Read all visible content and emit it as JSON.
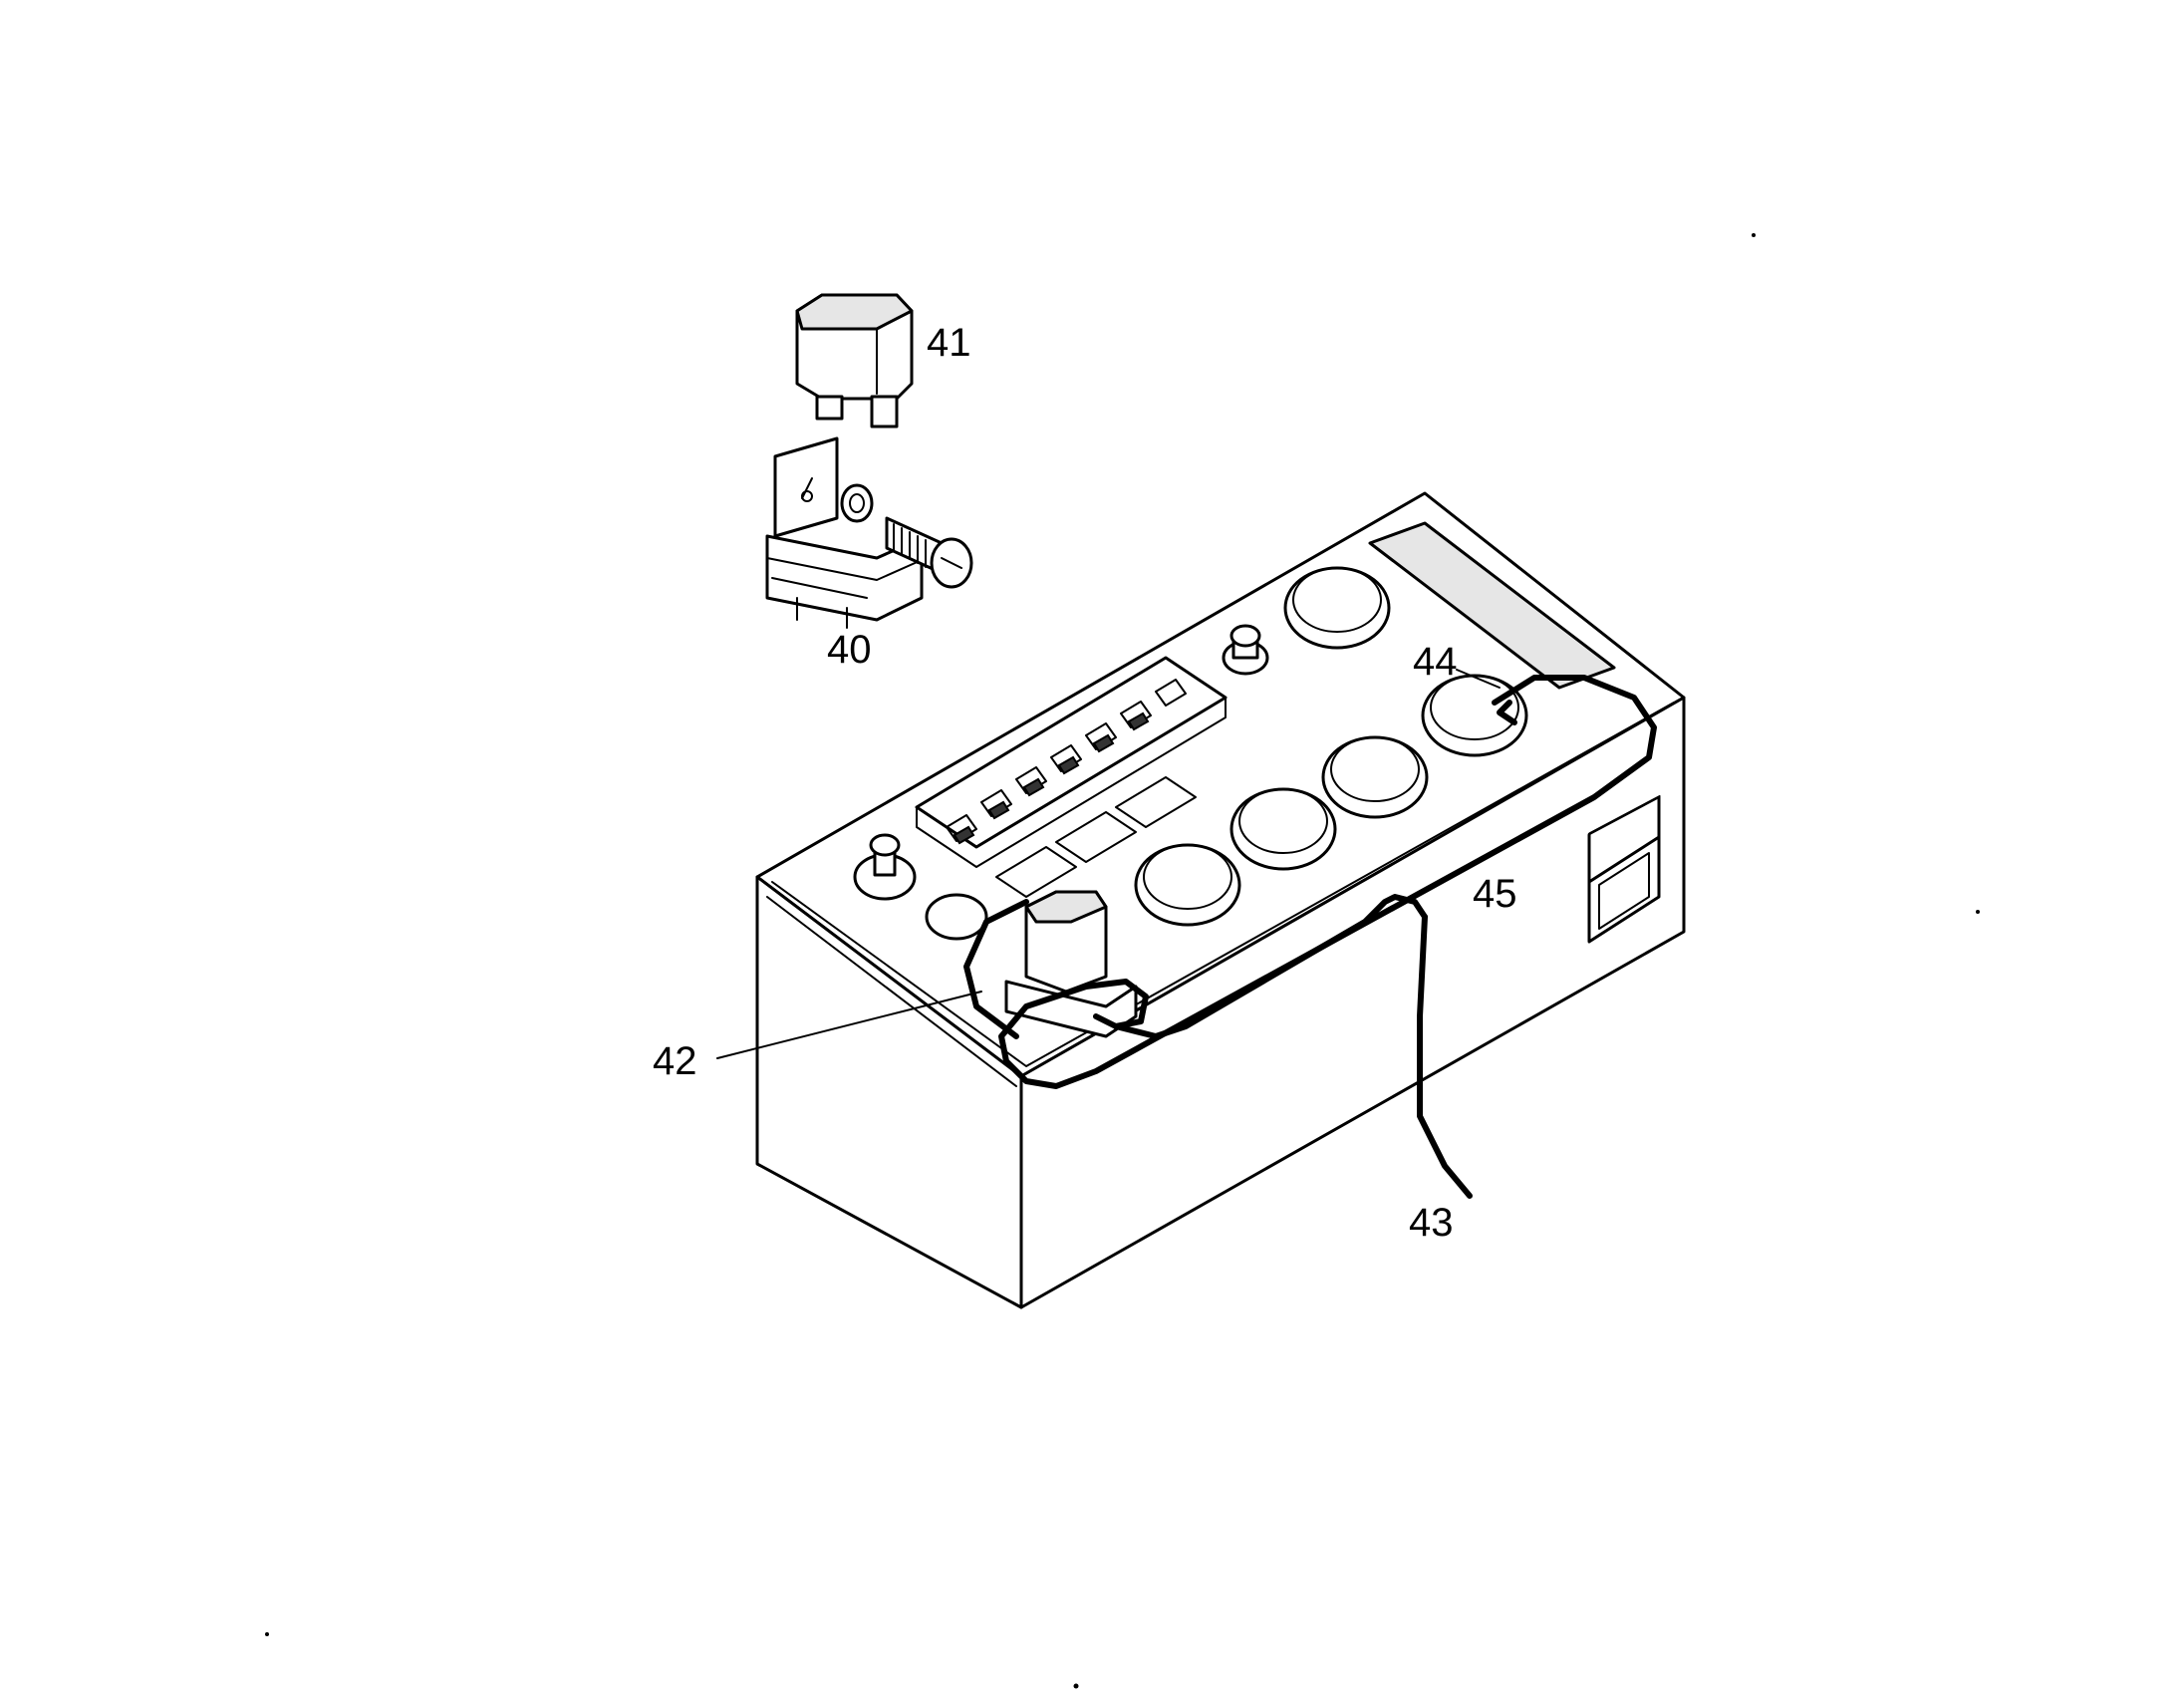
{
  "labels": {
    "l40": "40",
    "l41": "41",
    "l42": "42",
    "l43": "43",
    "l44": "44",
    "l45": "45"
  }
}
